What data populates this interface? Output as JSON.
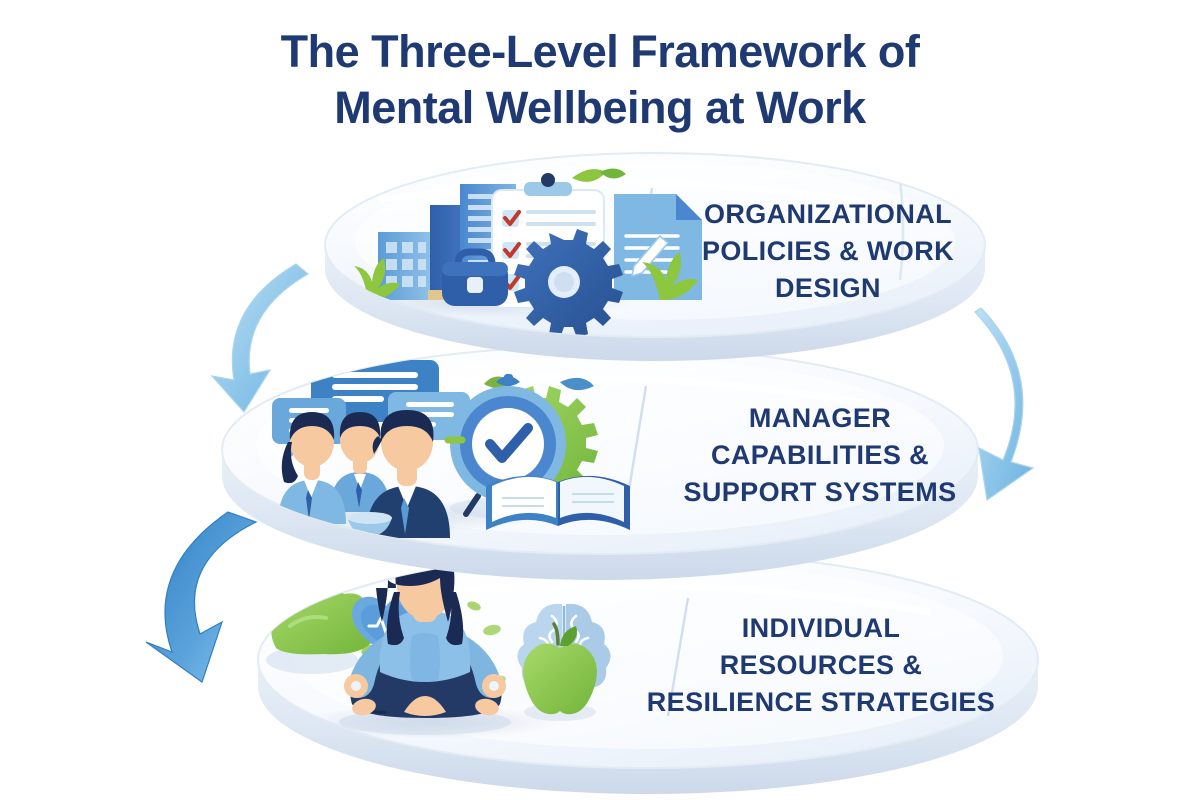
{
  "page": {
    "background_color": "#ffffff",
    "title": {
      "line1": "The Three-Level Framework of",
      "line2": "Mental Wellbeing at Work",
      "color": "#1f3a73"
    }
  },
  "colors": {
    "title_navy": "#1f3a73",
    "label_navy": "#1f3a73",
    "disc_top_face": "#f6f9fd",
    "disc_side": "#dde6f1",
    "disc_rim": "#eaf0f8",
    "arrow_light": "#8ec6ea",
    "arrow_mid": "#6db4e2",
    "arrow_dark": "#2f7fc4",
    "icon_blue_dark": "#2f5fa8",
    "icon_blue_mid": "#4a87cf",
    "icon_blue_light": "#8ec0e6",
    "icon_green": "#8dc63f",
    "icon_green_light": "#a8d96a",
    "skin": "#f6c9a0",
    "hair_navy": "#1b2a52"
  },
  "tiers": [
    {
      "id": "organizational",
      "level": 1,
      "label_lines": [
        "ORGANIZATIONAL",
        "POLICIES & WORK",
        "DESIGN"
      ],
      "icons": [
        "office-buildings-icon",
        "clipboard-checklist-icon",
        "gear-icon",
        "briefcase-icon",
        "document-icon",
        "plant-icon"
      ]
    },
    {
      "id": "manager",
      "level": 2,
      "label_lines": [
        "MANAGER",
        "CAPABILITIES &",
        "SUPPORT SYSTEMS"
      ],
      "icons": [
        "speech-bubble-icon",
        "team-people-icon",
        "alarm-clock-check-icon",
        "green-gear-icon",
        "open-book-icon"
      ]
    },
    {
      "id": "individual",
      "level": 3,
      "label_lines": [
        "INDIVIDUAL",
        "RESOURCES &",
        "RESILIENCE STRATEGIES"
      ],
      "icons": [
        "meditating-person-icon",
        "brain-icon",
        "heart-pulse-icon",
        "apple-icon",
        "bush-icon"
      ]
    }
  ],
  "connectors": [
    {
      "id": "arrow-top-to-middle-left",
      "direction": "down-left",
      "style": "light"
    },
    {
      "id": "arrow-top-to-middle-right",
      "direction": "down-left",
      "style": "light"
    },
    {
      "id": "arrow-middle-to-bottom-left",
      "direction": "down-right",
      "style": "dark"
    }
  ]
}
